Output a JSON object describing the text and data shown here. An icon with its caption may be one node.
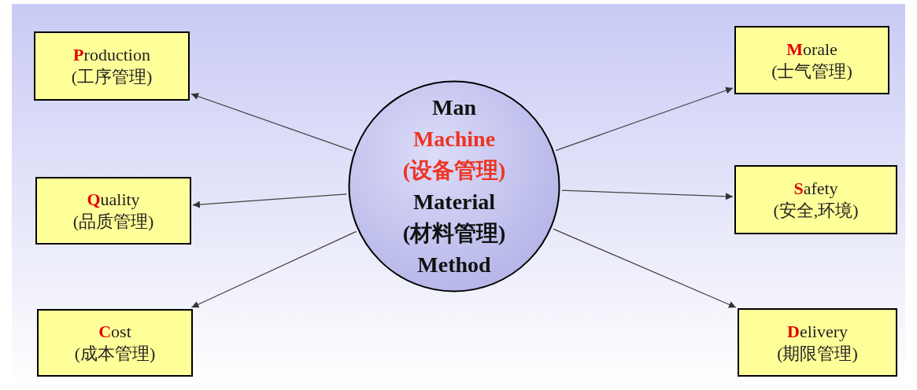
{
  "diagram": {
    "nodes": [
      {
        "text": [
          "Production",
          "(工序管理)"
        ]
      },
      {
        "text": [
          "Morale",
          "(士气管理)"
        ]
      },
      {
        "text": [
          "Man",
          "Machine",
          "(设备管理)",
          "Material",
          "(材料管理)",
          "Method"
        ]
      },
      {
        "text": [
          "Quality",
          "(品质管理)"
        ]
      },
      {
        "text": [
          "Safety",
          "(安全,环境)"
        ]
      },
      {
        "text": [
          "Cost",
          "(成本管理)"
        ]
      },
      {
        "text": [
          "Delivery",
          "(期限管理)"
        ]
      }
    ],
    "edges": [
      {
        "from": 2,
        "to": 0,
        "arrow": "to"
      },
      {
        "from": 2,
        "to": 1,
        "arrow": "to"
      },
      {
        "from": 2,
        "to": 3,
        "arrow": "to"
      },
      {
        "from": 2,
        "to": 4,
        "arrow": "to"
      },
      {
        "from": 2,
        "to": 5,
        "arrow": "to"
      },
      {
        "from": 2,
        "to": 6,
        "arrow": "to"
      }
    ]
  }
}
